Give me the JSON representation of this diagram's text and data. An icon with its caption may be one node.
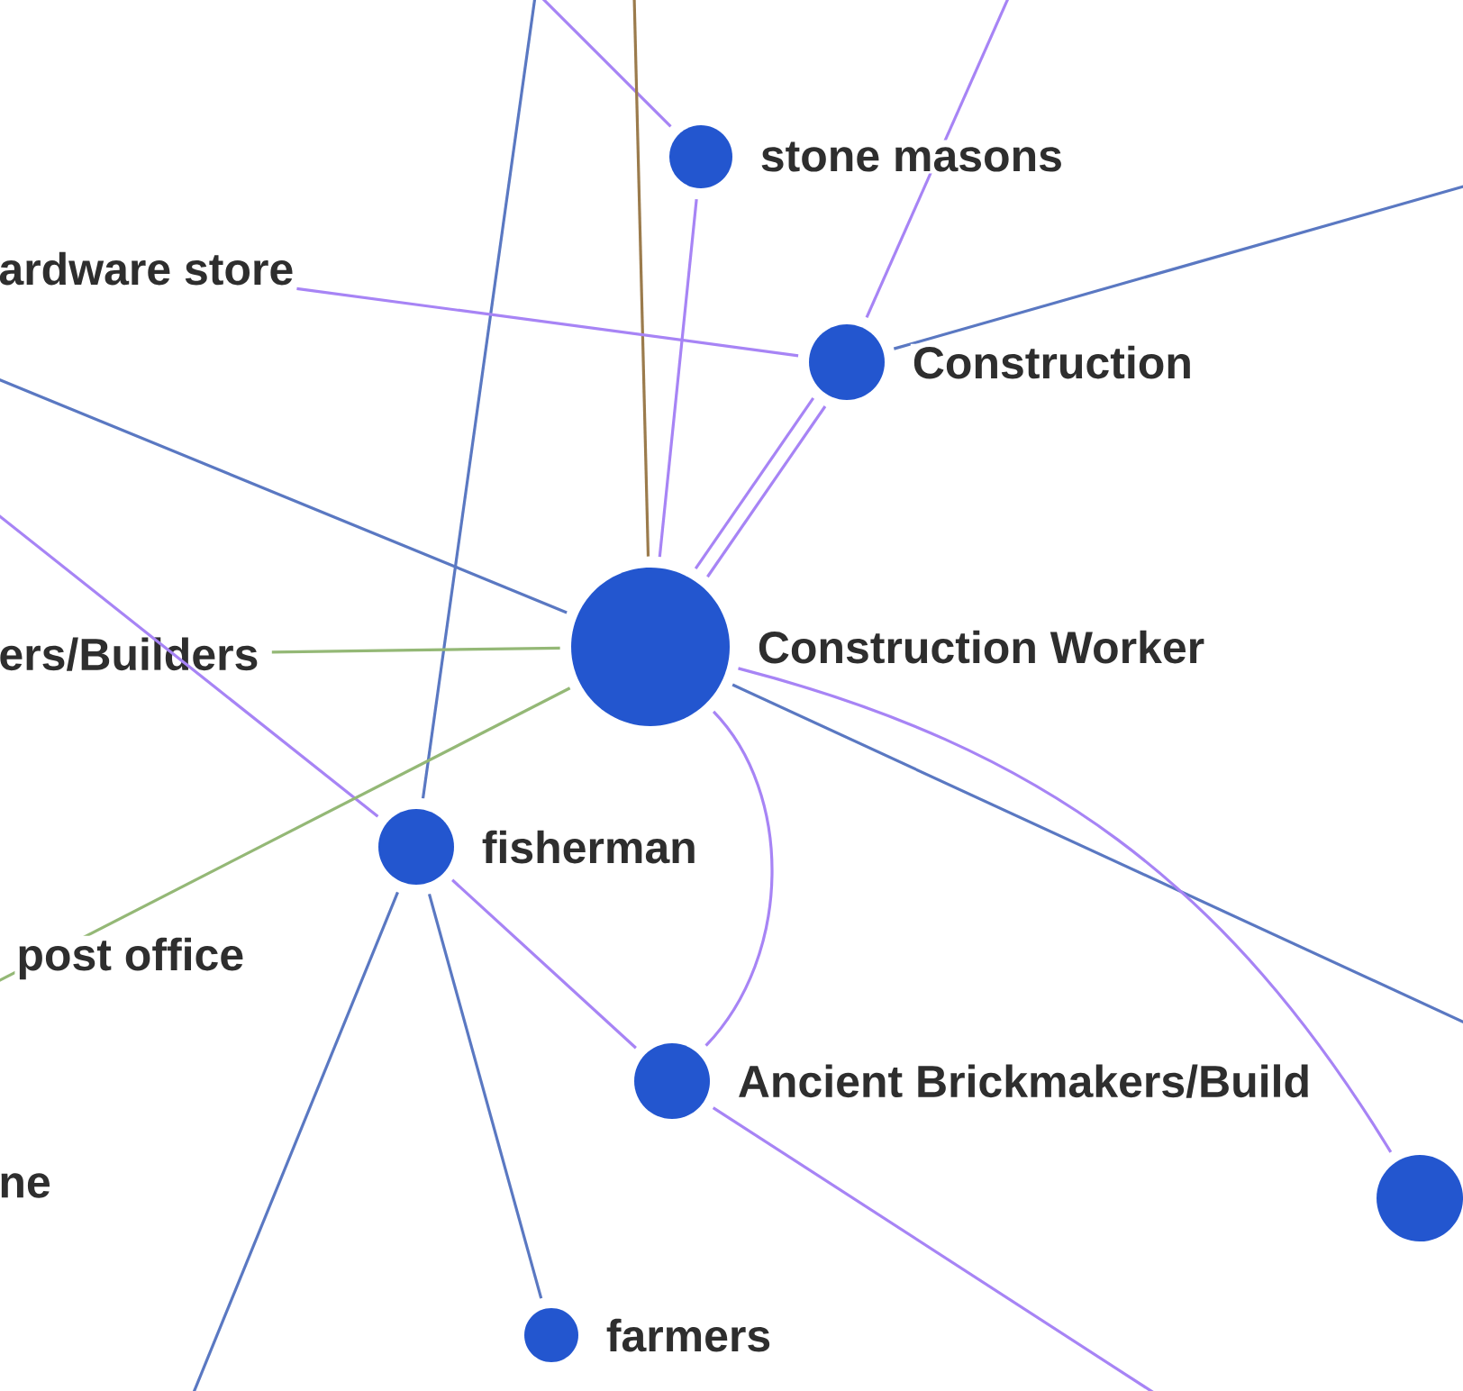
{
  "diagram": {
    "nodes": [
      {
        "text": [
          "stone masons"
        ]
      },
      {
        "text": [
          "Construction"
        ]
      },
      {
        "text": [
          "Construction Worker"
        ]
      },
      {
        "text": [
          "fisherman"
        ]
      },
      {
        "text": [
          "Ancient Brickmakers/Build"
        ]
      },
      {
        "text": [
          "farmers"
        ]
      },
      {
        "text": [],
        "shape": "circle"
      },
      {
        "text": [
          "ardware store"
        ]
      },
      {
        "text": [
          "ers/Builders"
        ]
      }
    ],
    "edges": [
      {
        "from": null,
        "to": 0,
        "arrow": "none"
      },
      {
        "from": null,
        "to": 2,
        "arrow": "none",
        "color": "#9b7b4c"
      },
      {
        "from": null,
        "to": 3,
        "arrow": "none",
        "color": "#5a78c2"
      },
      {
        "from": null,
        "to": 1,
        "arrow": "none"
      },
      {
        "from": 0,
        "to": 2,
        "arrow": "none"
      },
      {
        "from": 7,
        "to": 1,
        "arrow": "none"
      },
      {
        "from": 1,
        "to": null,
        "arrow": "none",
        "color": "#5a78c2"
      },
      {
        "from": 1,
        "to": 2,
        "arrow": "none"
      },
      {
        "from": 1,
        "to": 2,
        "arrow": "none"
      },
      {
        "from": null,
        "to": 2,
        "arrow": "none",
        "color": "#5a78c2"
      },
      {
        "from": null,
        "to": 3,
        "arrow": "none"
      },
      {
        "from": 8,
        "to": 2,
        "arrow": "none",
        "color": "#94b876"
      },
      {
        "from": null,
        "to": 2,
        "arrow": "none",
        "color": "#94b876"
      },
      {
        "from": 2,
        "to": null,
        "arrow": "none",
        "color": "#5a78c2"
      },
      {
        "from": 2,
        "to": 6,
        "arrow": "none"
      },
      {
        "from": 2,
        "to": 4,
        "arrow": "none"
      },
      {
        "from": 3,
        "to": null,
        "arrow": "none",
        "color": "#5a78c2"
      },
      {
        "from": 3,
        "to": 5,
        "arrow": "none",
        "color": "#5a78c2"
      },
      {
        "from": 3,
        "to": 4,
        "arrow": "none"
      },
      {
        "from": 4,
        "to": null,
        "arrow": "none"
      }
    ],
    "labels": [
      "post office",
      "ne"
    ]
  }
}
